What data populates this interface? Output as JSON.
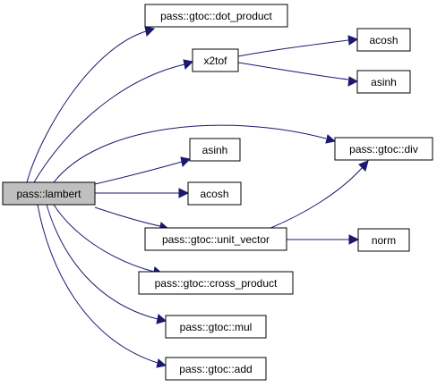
{
  "graph": {
    "colors": {
      "root_fill": "#bfbfbf",
      "node_fill": "#ffffff",
      "node_border": "#000000",
      "edge": "#191970"
    },
    "nodes": {
      "lambert": {
        "label": "pass::lambert",
        "root": true
      },
      "dot_product": {
        "label": "pass::gtoc::dot_product"
      },
      "x2tof": {
        "label": "x2tof"
      },
      "acosh_x2tof": {
        "label": "acosh"
      },
      "asinh_x2tof": {
        "label": "asinh"
      },
      "div": {
        "label": "pass::gtoc::div"
      },
      "asinh": {
        "label": "asinh"
      },
      "acosh": {
        "label": "acosh"
      },
      "unit_vector": {
        "label": "pass::gtoc::unit_vector"
      },
      "norm": {
        "label": "norm"
      },
      "cross_product": {
        "label": "pass::gtoc::cross_product"
      },
      "mul": {
        "label": "pass::gtoc::mul"
      },
      "add": {
        "label": "pass::gtoc::add"
      }
    },
    "edges": [
      {
        "from": "lambert",
        "to": "dot_product"
      },
      {
        "from": "lambert",
        "to": "x2tof"
      },
      {
        "from": "x2tof",
        "to": "acosh_x2tof"
      },
      {
        "from": "x2tof",
        "to": "asinh_x2tof"
      },
      {
        "from": "lambert",
        "to": "div"
      },
      {
        "from": "lambert",
        "to": "asinh"
      },
      {
        "from": "lambert",
        "to": "acosh"
      },
      {
        "from": "lambert",
        "to": "unit_vector"
      },
      {
        "from": "unit_vector",
        "to": "div"
      },
      {
        "from": "unit_vector",
        "to": "norm"
      },
      {
        "from": "lambert",
        "to": "cross_product"
      },
      {
        "from": "lambert",
        "to": "mul"
      },
      {
        "from": "lambert",
        "to": "add"
      }
    ]
  }
}
